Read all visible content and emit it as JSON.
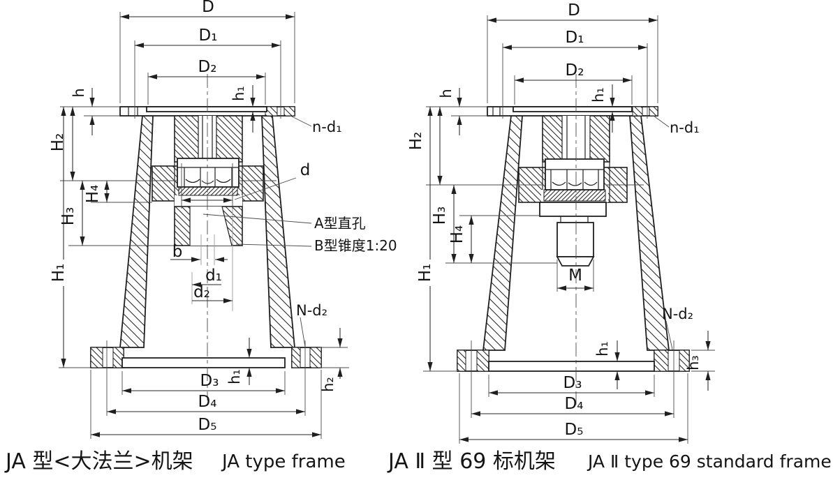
{
  "left_drawing": {
    "title_zh": "JA 型<大法兰>机架",
    "title_en": "JA type frame",
    "dims": {
      "D": "D",
      "D1": "D₁",
      "D2": "D₂",
      "D3": "D₃",
      "D4": "D₄",
      "D5": "D₅",
      "H1": "H₁",
      "H2": "H₂",
      "H3": "H₃",
      "H4": "H₄",
      "h": "h",
      "h1_top": "h₁",
      "h1_bottom": "h₁",
      "h2": "h₂",
      "b": "b",
      "d": "d",
      "d1": "d₁",
      "d2": "d₂",
      "n_d1": "n-d₁",
      "N_d2": "N-d₂"
    },
    "notes": {
      "hole_a": "A型直孔",
      "taper_b": "B型锥度1:20"
    }
  },
  "right_drawing": {
    "title_zh": "JA Ⅱ 型 69 标机架",
    "title_en": "JA Ⅱ type 69 standard frame",
    "dims": {
      "D": "D",
      "D1": "D₁",
      "D2": "D₂",
      "D3": "D₃",
      "D4": "D₄",
      "D5": "D₅",
      "H1": "H₁",
      "H2": "H₂",
      "H3": "H₃",
      "H4": "H₄",
      "h": "h",
      "h1_top": "h₁",
      "h1_bottom": "h₁",
      "h3": "h₃",
      "M": "M",
      "n_d1": "n-d₁",
      "N_d2": "N-d₂"
    }
  }
}
